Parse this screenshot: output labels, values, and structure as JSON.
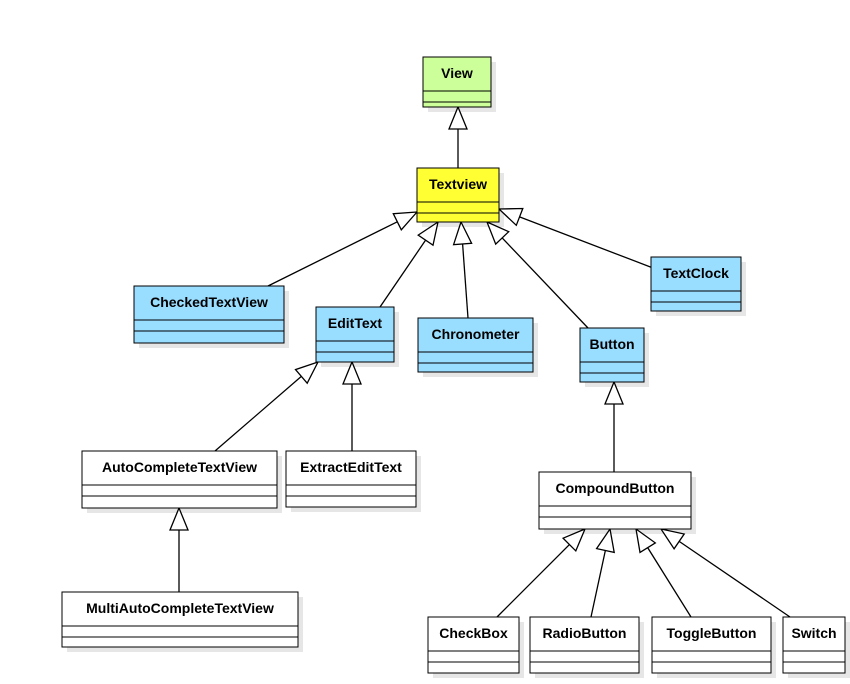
{
  "colors": {
    "root": "#ccff99",
    "focus": "#ffff33",
    "child": "#99ddff",
    "plain": "#ffffff"
  },
  "classes": [
    {
      "id": "view",
      "name": "View",
      "fill": "root"
    },
    {
      "id": "textview",
      "name": "Textview",
      "fill": "focus"
    },
    {
      "id": "checkedtextview",
      "name": "CheckedTextView",
      "fill": "child"
    },
    {
      "id": "edittext",
      "name": "EditText",
      "fill": "child"
    },
    {
      "id": "chronometer",
      "name": "Chronometer",
      "fill": "child"
    },
    {
      "id": "button",
      "name": "Button",
      "fill": "child"
    },
    {
      "id": "textclock",
      "name": "TextClock",
      "fill": "child"
    },
    {
      "id": "autocompletetextview",
      "name": "AutoCompleteTextView",
      "fill": "plain"
    },
    {
      "id": "extractedittext",
      "name": "ExtractEditText",
      "fill": "plain"
    },
    {
      "id": "multiautocompletetextview",
      "name": "MultiAutoCompleteTextView",
      "fill": "plain"
    },
    {
      "id": "compoundbutton",
      "name": "CompoundButton",
      "fill": "plain"
    },
    {
      "id": "checkbox",
      "name": "CheckBox",
      "fill": "plain"
    },
    {
      "id": "radiobutton",
      "name": "RadioButton",
      "fill": "plain"
    },
    {
      "id": "togglebutton",
      "name": "ToggleButton",
      "fill": "plain"
    },
    {
      "id": "switch",
      "name": "Switch",
      "fill": "plain"
    }
  ],
  "inheritance": [
    {
      "child": "textview",
      "parent": "view"
    },
    {
      "child": "checkedtextview",
      "parent": "textview"
    },
    {
      "child": "edittext",
      "parent": "textview"
    },
    {
      "child": "chronometer",
      "parent": "textview"
    },
    {
      "child": "button",
      "parent": "textview"
    },
    {
      "child": "textclock",
      "parent": "textview"
    },
    {
      "child": "autocompletetextview",
      "parent": "edittext"
    },
    {
      "child": "extractedittext",
      "parent": "edittext"
    },
    {
      "child": "multiautocompletetextview",
      "parent": "autocompletetextview"
    },
    {
      "child": "compoundbutton",
      "parent": "button"
    },
    {
      "child": "checkbox",
      "parent": "compoundbutton"
    },
    {
      "child": "radiobutton",
      "parent": "compoundbutton"
    },
    {
      "child": "togglebutton",
      "parent": "compoundbutton"
    },
    {
      "child": "switch",
      "parent": "compoundbutton"
    }
  ]
}
